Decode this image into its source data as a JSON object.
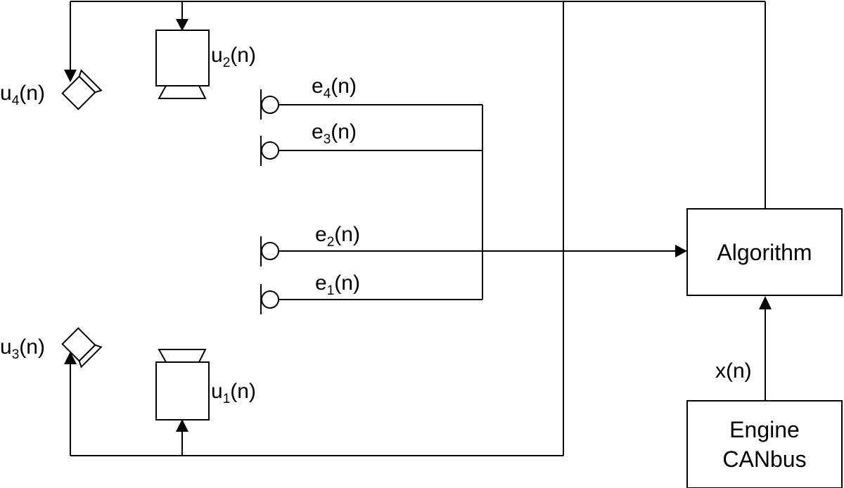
{
  "blocks": {
    "algorithm": "Algorithm",
    "engine_line1": "Engine",
    "engine_line2": "CANbus"
  },
  "signals": {
    "reference": "x(n)",
    "speakers": [
      {
        "base": "u",
        "sub": "1",
        "suffix": "(n)"
      },
      {
        "base": "u",
        "sub": "2",
        "suffix": "(n)"
      },
      {
        "base": "u",
        "sub": "3",
        "suffix": "(n)"
      },
      {
        "base": "u",
        "sub": "4",
        "suffix": "(n)"
      }
    ],
    "mics": [
      {
        "base": "e",
        "sub": "1",
        "suffix": "(n)"
      },
      {
        "base": "e",
        "sub": "2",
        "suffix": "(n)"
      },
      {
        "base": "e",
        "sub": "3",
        "suffix": "(n)"
      },
      {
        "base": "e",
        "sub": "4",
        "suffix": "(n)"
      }
    ]
  }
}
